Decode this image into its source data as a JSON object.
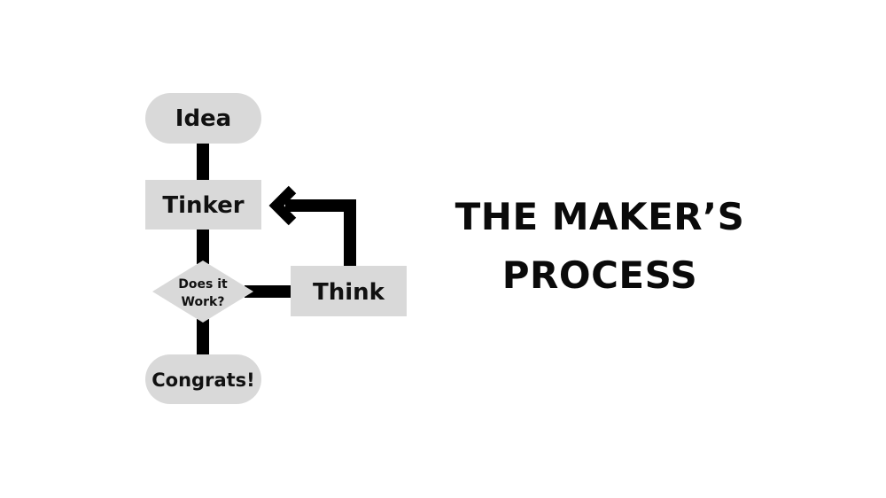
{
  "title": {
    "line1": "THE MAKER’S",
    "line2": "PROCESS"
  },
  "nodes": {
    "idea": "Idea",
    "tinker": "Tinker",
    "decision_line1": "Does it",
    "decision_line2": "Work?",
    "think": "Think",
    "congrats": "Congrats!"
  },
  "colors": {
    "node_fill": "#d9d9d9",
    "connector": "#000000",
    "text": "#111111",
    "background": "#ffffff"
  }
}
